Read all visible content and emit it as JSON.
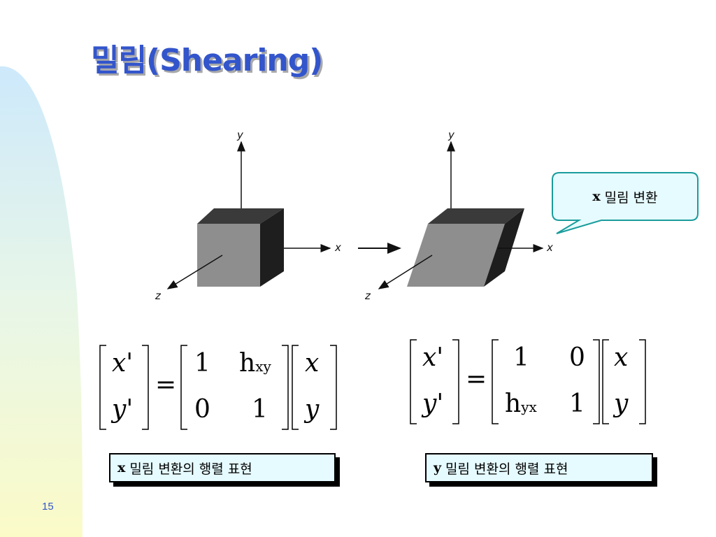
{
  "slide": {
    "title": "밀림(Shearing)",
    "page_number": "15"
  },
  "figure": {
    "axis_y": "y",
    "axis_x": "x",
    "axis_z": "z"
  },
  "callout": {
    "var": "x",
    "text": "밀림 변환"
  },
  "matrix_x": {
    "lhs": [
      "x'",
      "y'"
    ],
    "rows": [
      [
        "1",
        "h",
        "xy"
      ],
      [
        "0",
        "1"
      ]
    ],
    "rhs": [
      "x",
      "y"
    ],
    "equals": "="
  },
  "matrix_y": {
    "lhs": [
      "x'",
      "y'"
    ],
    "rows": [
      [
        "1",
        "0"
      ],
      [
        "h",
        "yx",
        "1"
      ]
    ],
    "rhs": [
      "x",
      "y"
    ],
    "equals": "="
  },
  "label_x": {
    "var": "x",
    "text": "밀림 변환의 행렬 표현"
  },
  "label_y": {
    "var": "y",
    "text": "밀림 변환의 행렬 표현"
  },
  "colors": {
    "title": "#3355cc",
    "callout_border": "#1a9c9c",
    "callout_fill": "#e6fbff"
  }
}
